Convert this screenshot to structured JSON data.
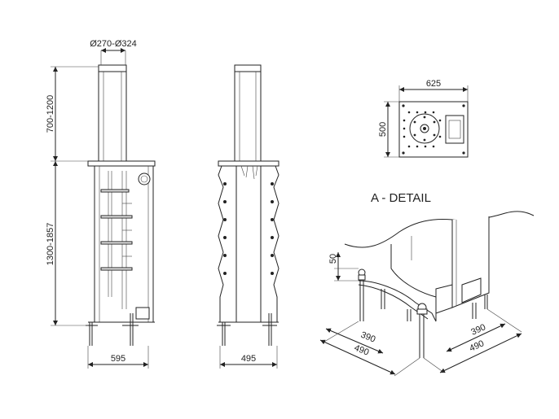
{
  "front_view": {
    "diameter_label": "Ø270-Ø324",
    "height_upper_label": "700-1200",
    "height_lower_label": "1300-1857",
    "width_label": "595"
  },
  "side_view": {
    "width_label": "495"
  },
  "top_view": {
    "width_label": "625",
    "height_label": "500"
  },
  "detail": {
    "title": "A - DETAIL",
    "dim_50": "50",
    "dim_390_left": "390",
    "dim_490_left": "490",
    "dim_390_right": "390",
    "dim_490_right": "490"
  }
}
